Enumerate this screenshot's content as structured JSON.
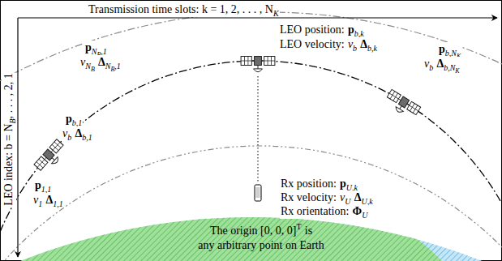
{
  "diagram": {
    "labels": [
      "Transmission time slots: k = 1, 2, . . . , N",
      "K",
      "LEO index: b = N",
      "B",
      ", . . . , 2, 1",
      "p",
      "N",
      "B",
      ",1",
      "v",
      "N",
      "B",
      "Δ",
      "N",
      "B",
      ",1",
      "p",
      "b,1",
      "v",
      "b",
      "Δ",
      "b,1",
      "p",
      "1,1",
      "v",
      "1",
      "Δ",
      "1,1",
      "LEO position:",
      "p",
      "b,k",
      "LEO velocity:",
      "v",
      "b",
      "Δ",
      "b,k",
      "p",
      "b,N",
      "K",
      "v",
      "b",
      "Δ",
      "b,N",
      "K",
      "Rx position:",
      "p",
      "U,k",
      "Rx velocity:",
      "v",
      "U",
      "Δ",
      "U,k",
      "Rx orientation:",
      "Φ",
      "U",
      "The origin [0, 0, 0]",
      "T",
      "is",
      "any arbitrary point on Earth"
    ]
  }
}
